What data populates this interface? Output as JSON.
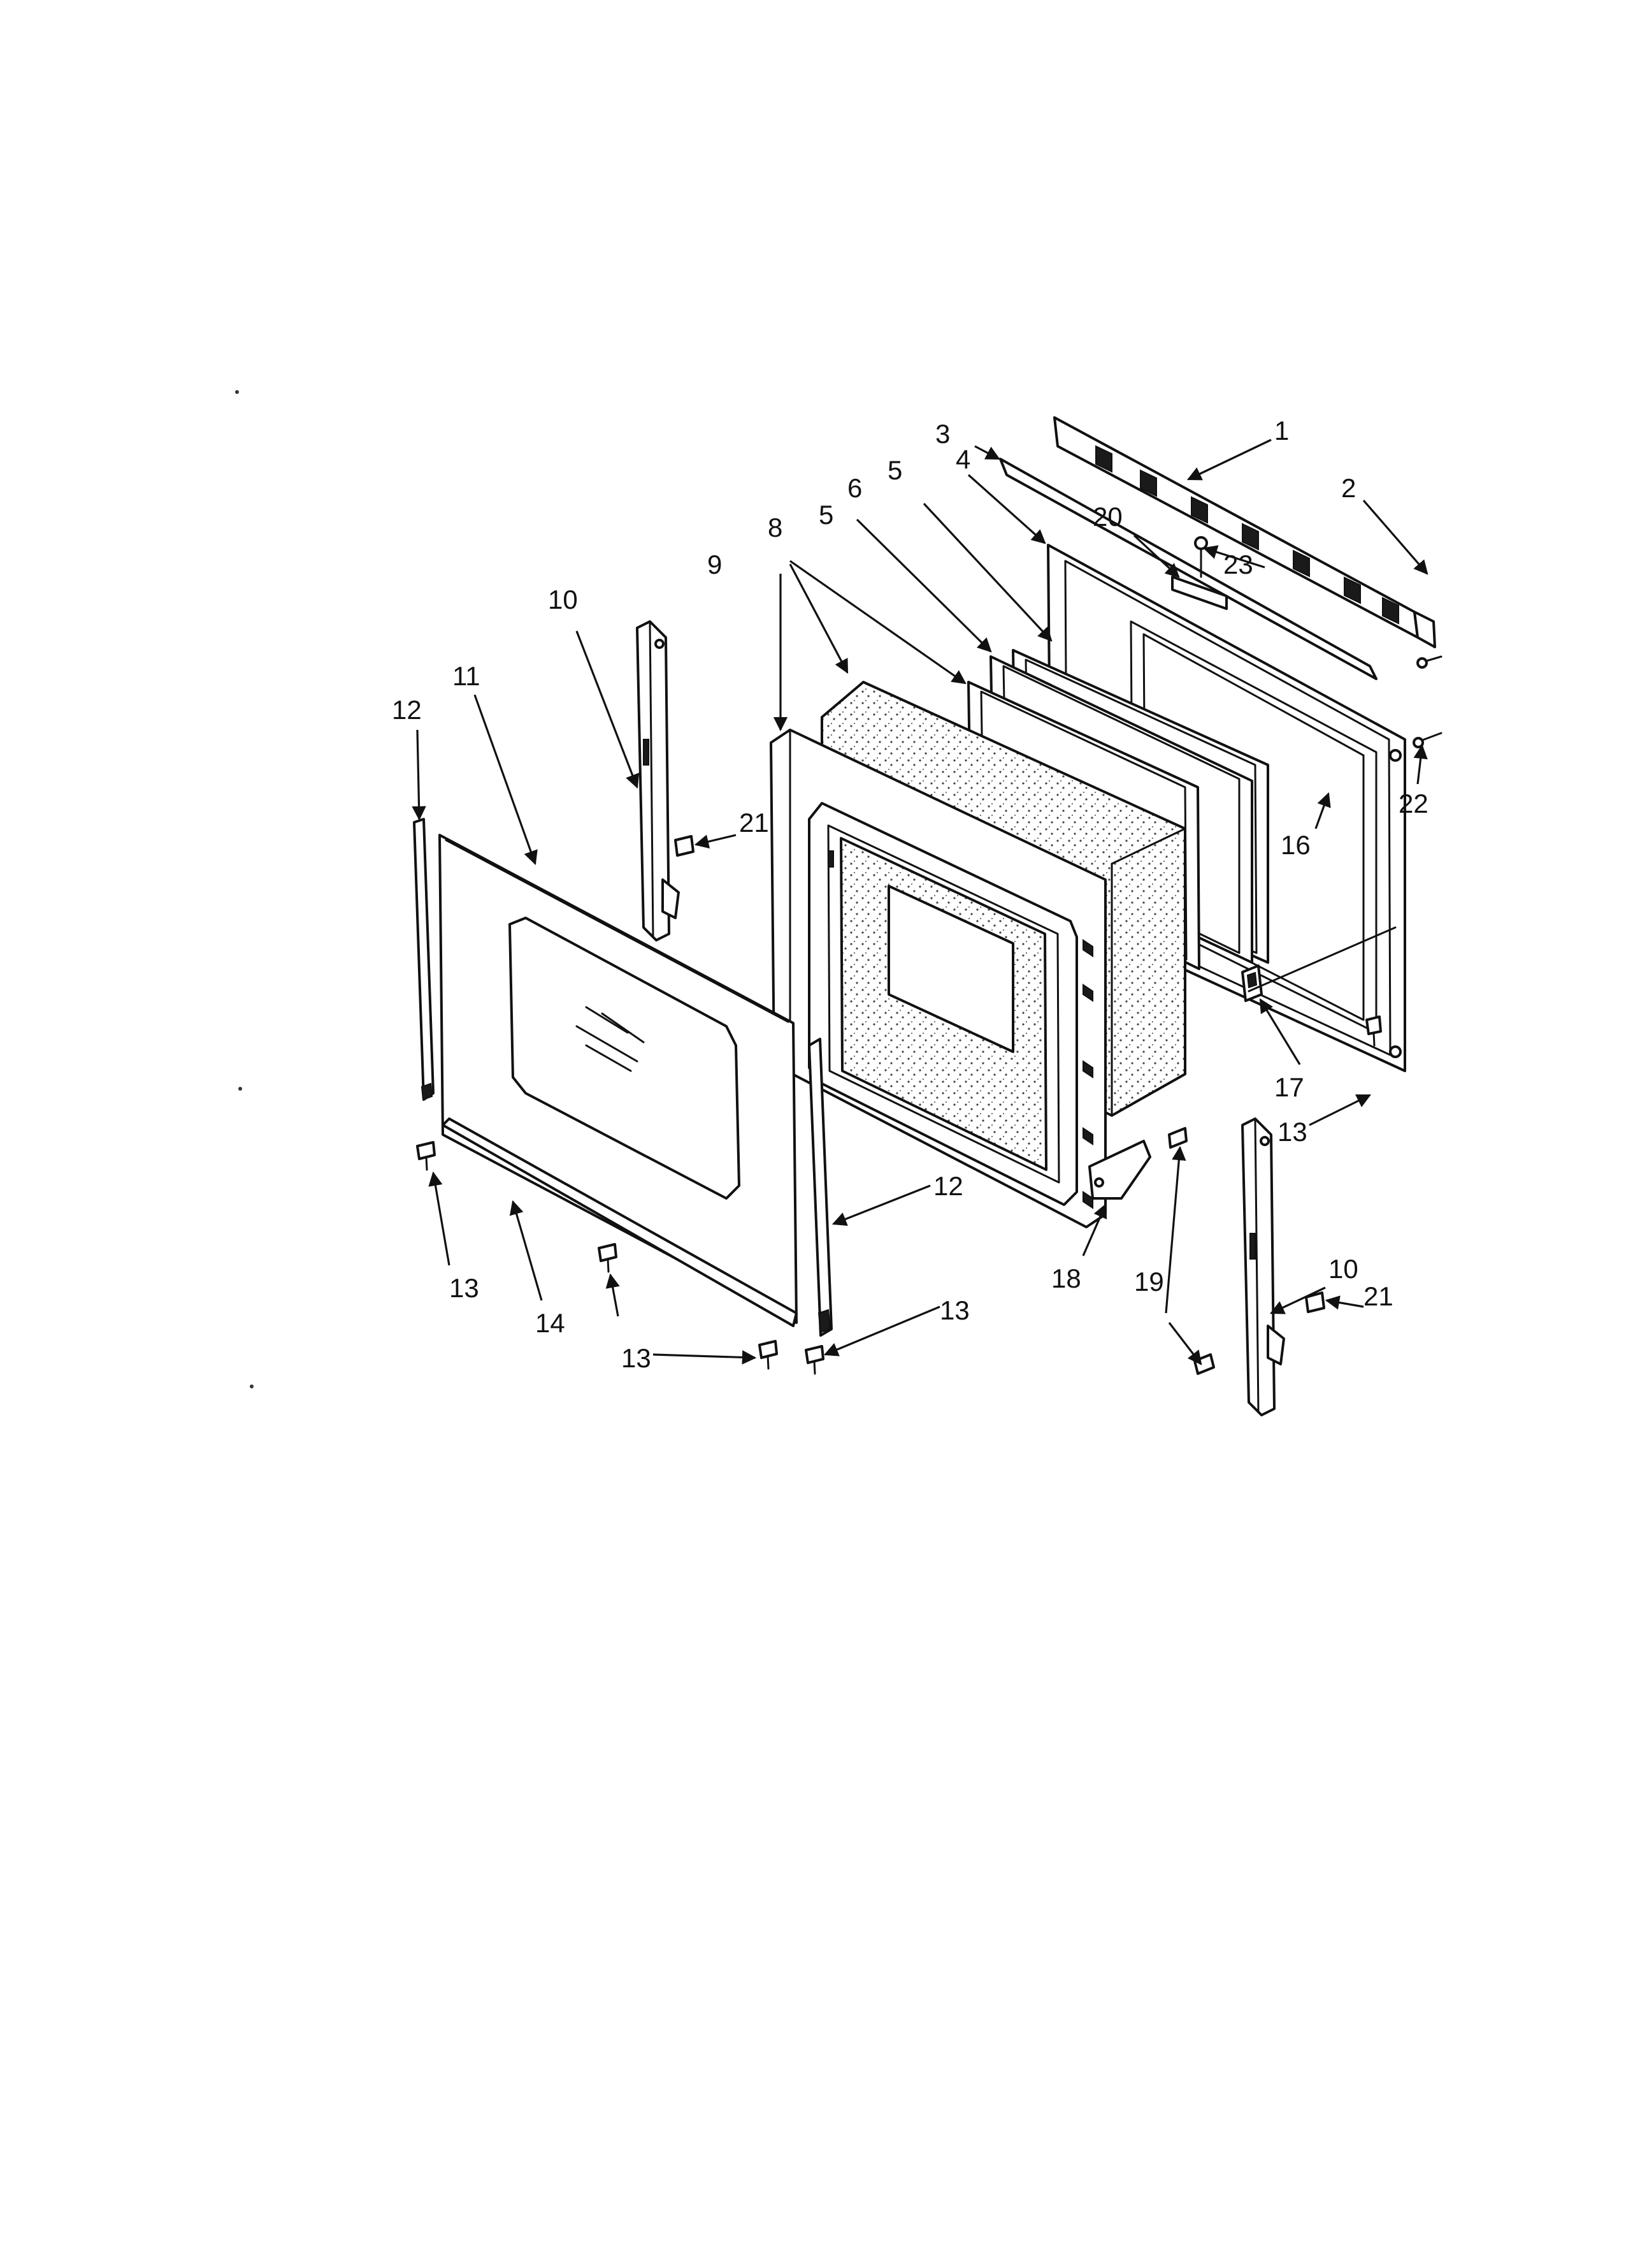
{
  "callouts": {
    "c1": "1",
    "c2": "2",
    "c3": "3",
    "c4": "4",
    "c5a": "5",
    "c5b": "5",
    "c6": "6",
    "c8": "8",
    "c9": "9",
    "c10a": "10",
    "c10b": "10",
    "c11": "11",
    "c12a": "12",
    "c12b": "12",
    "c13a": "13",
    "c13b": "13",
    "c13c": "13",
    "c13d": "13",
    "c14": "14",
    "c16": "16",
    "c17": "17",
    "c18": "18",
    "c19": "19",
    "c20": "20",
    "c21a": "21",
    "c21b": "21",
    "c22": "22",
    "c23": "23"
  },
  "colors": {
    "line": "#111111",
    "paper": "#ffffff"
  }
}
